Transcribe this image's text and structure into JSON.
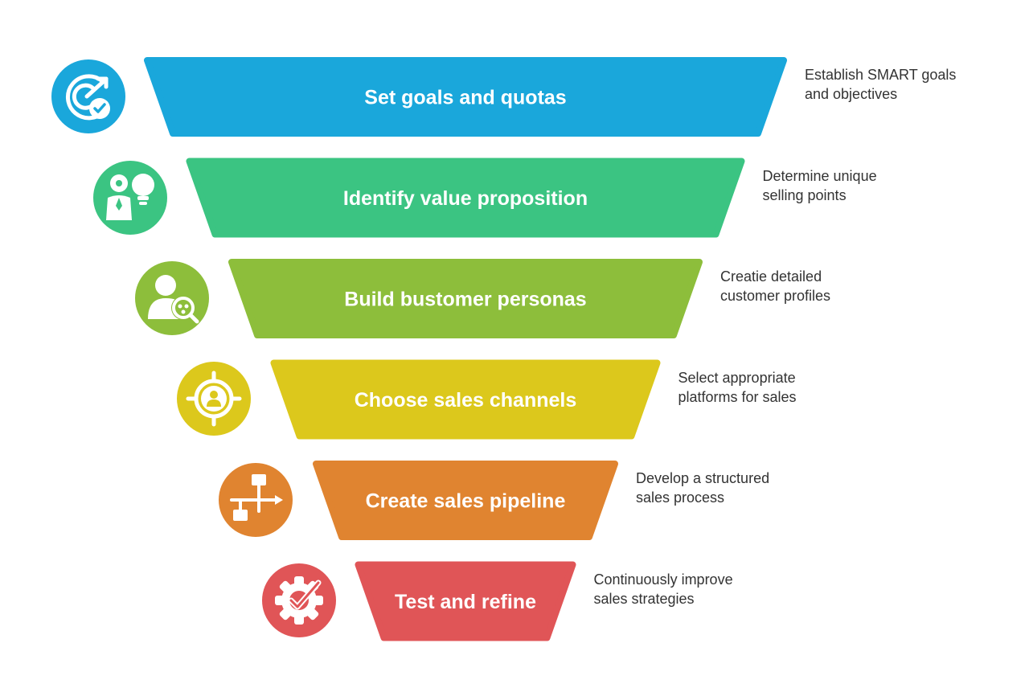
{
  "stages": [
    {
      "label": "Set goals and quotas",
      "description": [
        "Establish SMART goals",
        "and objectives"
      ],
      "color": "#1AA7DB",
      "icon": "target-check-icon"
    },
    {
      "label": "Identify value proposition",
      "description": [
        "Determine unique",
        "selling points"
      ],
      "color": "#3BC482",
      "icon": "person-lightbulb-icon"
    },
    {
      "label": "Build bustomer personas",
      "description": [
        "Creatie detailed",
        "customer profiles"
      ],
      "color": "#8DBE3B",
      "icon": "user-search-icon"
    },
    {
      "label": "Choose sales channels",
      "description": [
        "Select appropriate",
        "platforms for sales"
      ],
      "color": "#DCC81C",
      "icon": "user-crosshair-icon"
    },
    {
      "label": "Create sales pipeline",
      "description": [
        "Develop a structured",
        "sales process"
      ],
      "color": "#E08430",
      "icon": "flowchart-icon"
    },
    {
      "label": "Test and refine",
      "description": [
        "Continuously improve",
        "sales strategies"
      ],
      "color": "#E05557",
      "icon": "gear-check-icon"
    }
  ]
}
